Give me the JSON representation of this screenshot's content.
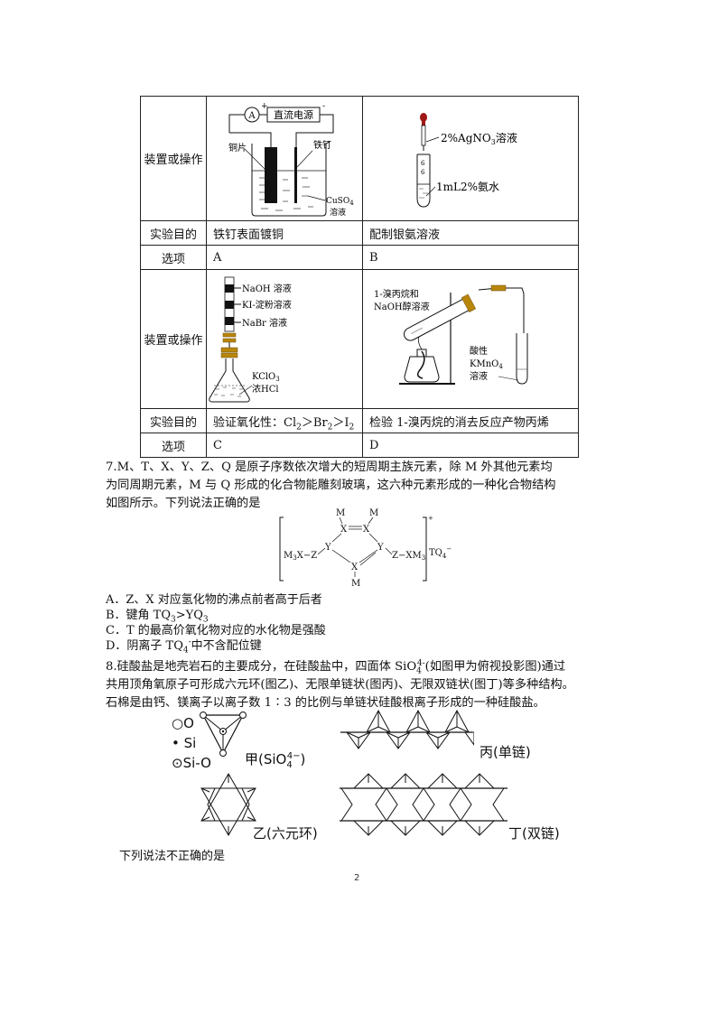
{
  "table": {
    "row_label_apparatus": "装置或操作",
    "row_label_purpose": "实验目的",
    "row_label_option": "选项",
    "A": {
      "option": "A",
      "purpose": "铁钉表面镀铜",
      "figure_labels": {
        "ammeter": "A",
        "power": "直流电源",
        "plus": "+",
        "minus": "-",
        "copper": "铜片",
        "nail": "铁钉",
        "solution_line1": "CuSO4",
        "solution_line2": "溶液"
      }
    },
    "B": {
      "option": "B",
      "purpose": "配制银氨溶液",
      "figure_labels": {
        "dropper": "2%AgNO3溶液",
        "tube": "1mL2%氨水"
      }
    },
    "C": {
      "option": "C",
      "purpose": "验证氧化性：Cl2＞Br2＞I2",
      "figure_labels": {
        "band1": "NaOH 溶液",
        "band2": "KI-淀粉溶液",
        "band3": "NaBr 溶液",
        "flask1": "KClO3",
        "flask2": "浓HCl"
      }
    },
    "D": {
      "option": "D",
      "purpose": "检验 1-溴丙烷的消去反应产物丙烯",
      "figure_labels": {
        "reactant1": "1-溴丙烷和",
        "reactant2": "NaOH醇溶液",
        "reagent1": "酸性",
        "reagent2": "KMnO4",
        "reagent3": "溶液"
      }
    }
  },
  "q7": {
    "line1": "7.M、T、X、Y、Z、Q 是原子序数依次增大的短周期主族元素，除 M 外其他元素均",
    "line2": "为同周期元素，M 与 Q 形成的化合物能雕刻玻璃，这六种元素形成的一种化合物结构",
    "line3": "如图所示。下列说法正确的是",
    "structure": {
      "left_group": "M3X−Z",
      "right_group": "Z−XM3",
      "anion": "TQ4",
      "cation_charge": "+",
      "anion_charge": "−"
    },
    "options": [
      "A．Z、X 对应氢化物的沸点前者高于后者",
      "B．键角 TQ3>YQ3",
      "C．T 的最高价氧化物对应的水化物是强酸",
      "D．阴离子 TQ4-中不含配位键"
    ]
  },
  "q8": {
    "line1": "8.硅酸盐是地壳岩石的主要成分，在硅酸盐中，四面体 SiO44-(如图甲为俯视投影图)通过",
    "line2": "共用顶角氧原子可形成六元环(图乙)、无限单链状(图丙)、无限双链状(图丁)等多种结构。",
    "line3": "石棉是由钙、镁离子以离子数 1∶3 的比例与单链状硅酸根离子形成的一种硅酸盐。",
    "legend": [
      "○O",
      "• Si",
      "⊙Si-O"
    ],
    "captions": {
      "jia": "甲(SiO44-)",
      "yi": "乙(六元环)",
      "bing": "丙(单链)",
      "ding": "丁(双链)"
    },
    "prompt": "下列说法不正确的是"
  },
  "page_number": "2"
}
